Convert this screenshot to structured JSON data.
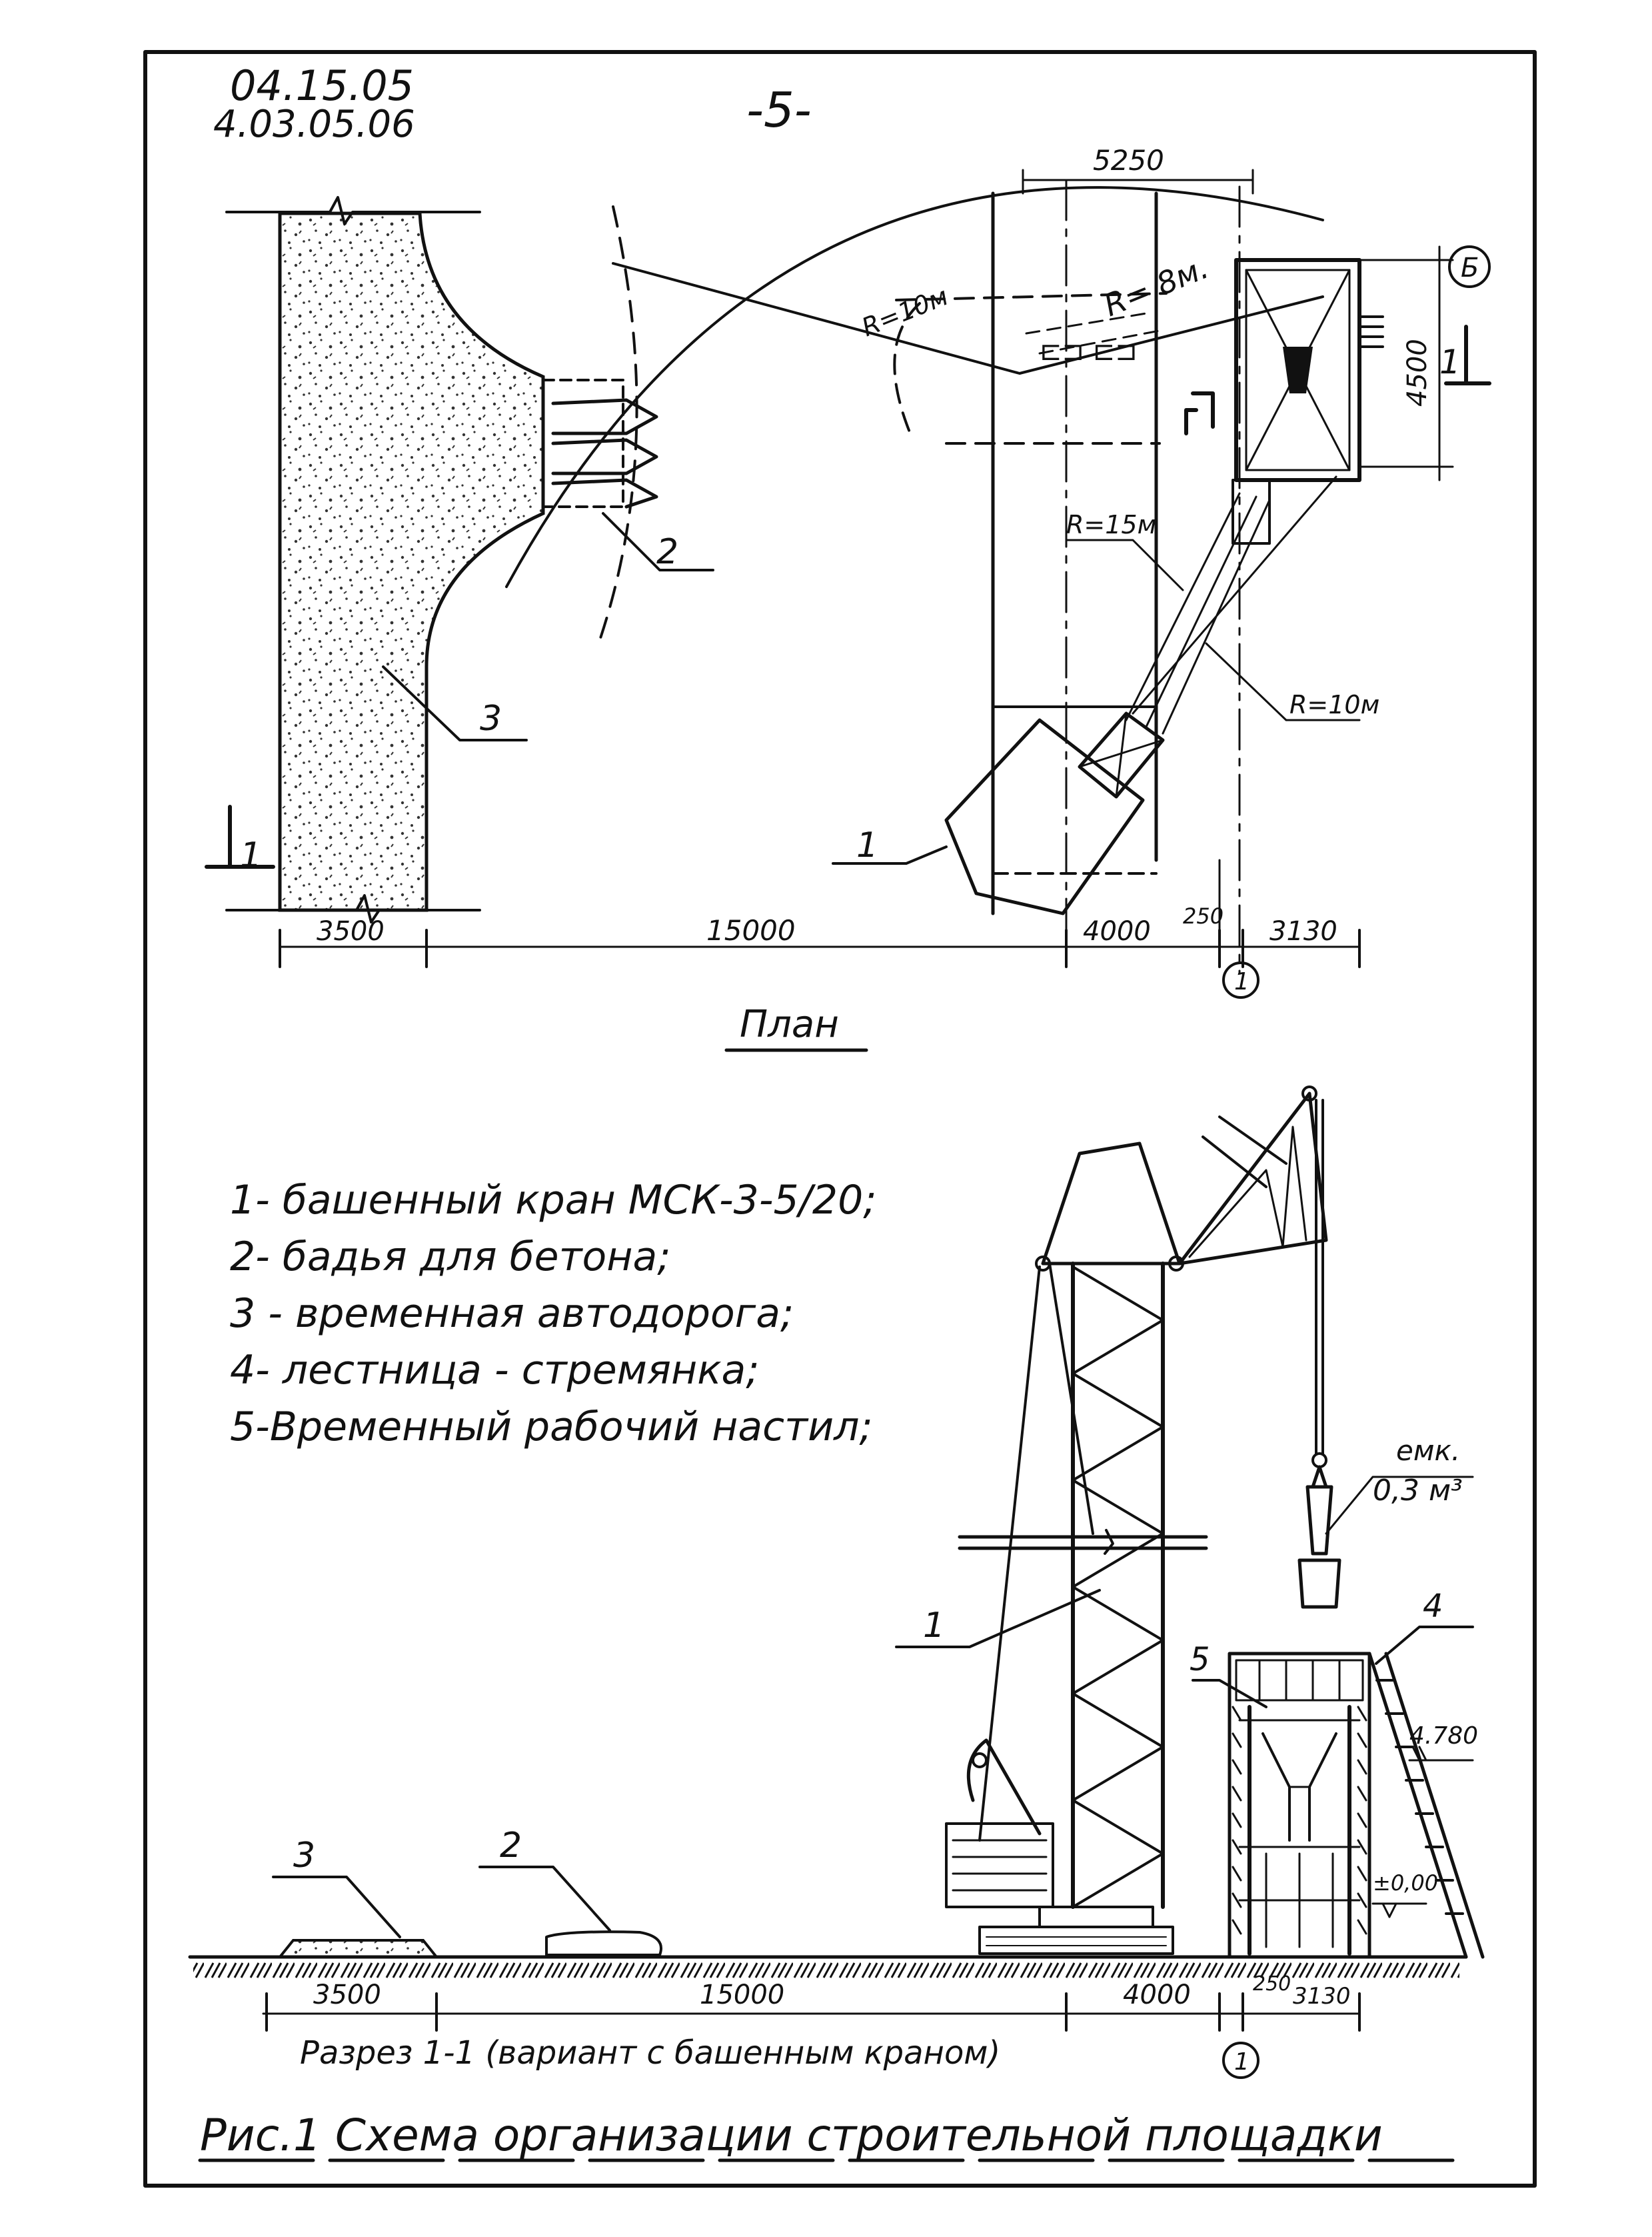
{
  "header": {
    "code_line1": "04.15.05",
    "code_line2": "4.03.05.06",
    "page_number": "-5-"
  },
  "plan": {
    "title": "План",
    "dimensions_top": {
      "span": "5250"
    },
    "dimensions_right": {
      "height": "4500"
    },
    "dimensions_bottom": {
      "road": "3500",
      "span": "15000",
      "crane": "4000",
      "gap": "250",
      "pit": "3130"
    },
    "radii": {
      "r8": "R= 8м.",
      "r10_left": "R=10м",
      "r15": "R=15м",
      "r10_right": "R=10м"
    },
    "callouts": {
      "crane": "1",
      "bucket": "2",
      "road": "3"
    },
    "section_mark": "1",
    "section_mark_right": "1",
    "axis_1": "1",
    "axis_b": "Б"
  },
  "legend": [
    "1- башенный кран МСК-3-5/20;",
    "2- бадья для бетона;",
    "3 - временная автодорога;",
    "4- лестница - стремянка;",
    "5-Временный рабочий настил;"
  ],
  "section": {
    "title": "Разрез 1-1 (вариант с башенным краном)",
    "axis_1": "1",
    "capacity_label_line1": "емк.",
    "capacity_label_line2": "0,3 м³",
    "elevation_top": "4.780",
    "elevation_zero": "±0,00",
    "dimensions_bottom": {
      "road": "3500",
      "span": "15000",
      "crane": "4000",
      "gap": "250",
      "pit": "3130"
    },
    "callouts": {
      "road": "3",
      "bucket": "2",
      "crane": "1",
      "deck": "5",
      "ladder": "4"
    }
  },
  "caption": "Рис.1 Схема организации строительной площадки"
}
